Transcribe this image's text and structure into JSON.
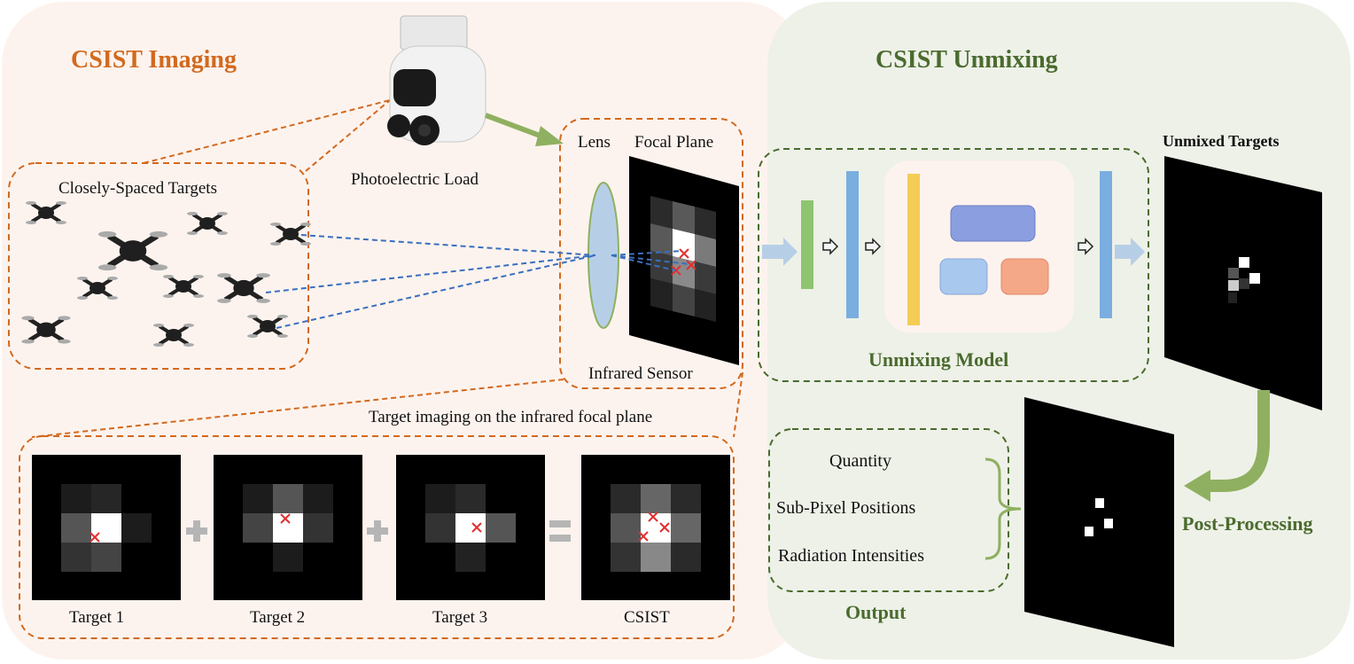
{
  "imaging": {
    "title": "CSIST Imaging",
    "closely_spaced_targets": "Closely-Spaced Targets",
    "photoelectric_load": "Photoelectric Load",
    "lens": "Lens",
    "focal_plane": "Focal Plane",
    "infrared_sensor": "Infrared Sensor",
    "target_imaging_caption": "Target imaging on the infrared focal plane",
    "target_1": "Target 1",
    "target_2": "Target 2",
    "target_3": "Target 3",
    "csist": "CSIST"
  },
  "unmixing": {
    "title": "CSIST Unmixing",
    "unmixed_targets": "Unmixed Targets",
    "unmixing_model": "Unmixing Model",
    "post_processing": "Post-Processing",
    "output_label": "Output",
    "outputs": [
      "Quantity",
      "Sub-Pixel Positions",
      "Radiation Intensities"
    ]
  },
  "colors": {
    "imaging_accent": "#d2691e",
    "unmixing_accent": "#4a6b2e",
    "arrow_green": "#8fb060",
    "ray_blue": "#3a6fbf"
  }
}
